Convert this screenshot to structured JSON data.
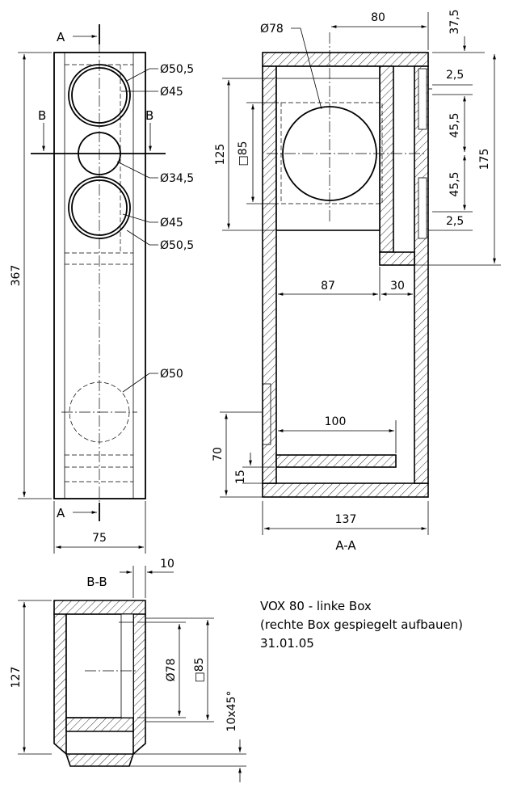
{
  "front_view": {
    "section_a": "A",
    "section_b": "B",
    "dims": {
      "d_outer_top": "Ø50,5",
      "d_inner_top": "Ø45",
      "d_port": "Ø34,5",
      "d_inner_bottom": "Ø45",
      "d_outer_bottom": "Ø50,5",
      "d_lower": "Ø50",
      "height": "367",
      "width": "75"
    }
  },
  "section_aa": {
    "title": "A-A",
    "dims": {
      "d_driver": "Ø78",
      "top_80": "80",
      "top_37_5": "37,5",
      "square_85": "□85",
      "h_125": "125",
      "h_175": "175",
      "s_2_5_top": "2,5",
      "s_45_5_top": "45,5",
      "s_45_5_bottom": "45,5",
      "s_2_5_bottom": "2,5",
      "w_87": "87",
      "w_30": "30",
      "w_100": "100",
      "h_70": "70",
      "h_15": "15",
      "w_137": "137"
    }
  },
  "section_bb": {
    "title": "B-B",
    "dims": {
      "w_10": "10",
      "h_127": "127",
      "d_78": "Ø78",
      "square_85": "□85",
      "chamfer": "10x45°"
    }
  },
  "notes": {
    "line1": "VOX 80 - linke Box",
    "line2": "(rechte Box gespiegelt aufbauen)",
    "line3": "31.01.05"
  }
}
